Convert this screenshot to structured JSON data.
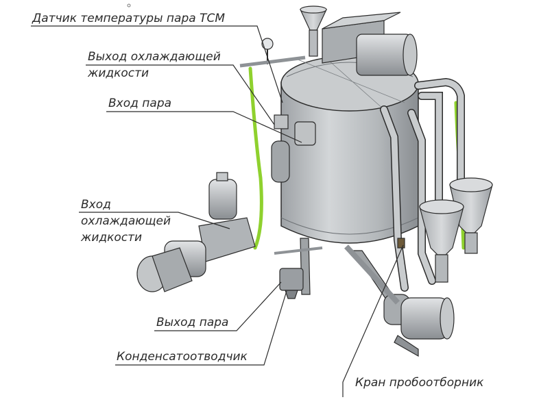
{
  "labels": {
    "temp_sensor": "Датчик температуры пара ТСМ",
    "coolant_out_line1": "Выход охлаждающей",
    "coolant_out_line2": "жидкости",
    "steam_in": "Вход пара",
    "coolant_in_line1": "Вход",
    "coolant_in_line2": "охлаждающей",
    "coolant_in_line3": "жидкости",
    "steam_out": "Выход пара",
    "condensate_trap": "Конденсатоотводчик",
    "sample_valve": "Кран пробоотборник"
  },
  "colors": {
    "metal": "#b9bcbf",
    "metal_dark": "#8e9296",
    "outline": "#2b2b2b",
    "green_hose": "#8fd12e"
  }
}
